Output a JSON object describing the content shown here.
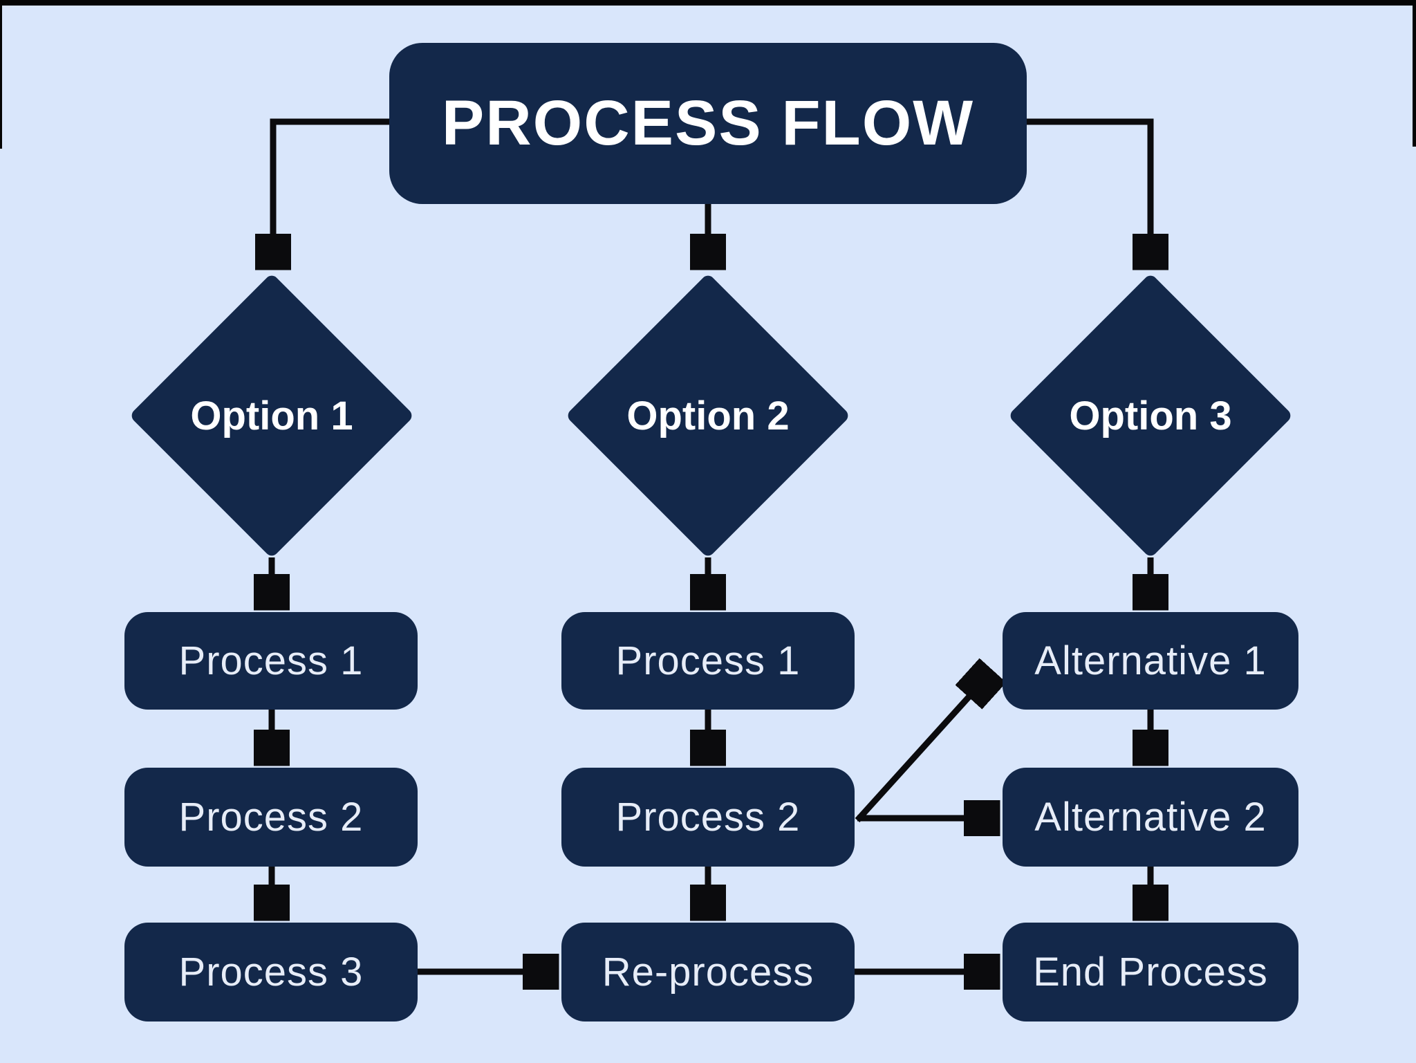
{
  "diagram": {
    "title": "PROCESS FLOW",
    "branches": [
      {
        "decision": "Option 1",
        "steps": [
          "Process 1",
          "Process 2",
          "Process 3"
        ]
      },
      {
        "decision": "Option 2",
        "steps": [
          "Process 1",
          "Process 2",
          "Re-process"
        ]
      },
      {
        "decision": "Option 3",
        "steps": [
          "Alternative 1",
          "Alternative 2",
          "End Process"
        ]
      }
    ],
    "cross_links": [
      {
        "from": "Process 3",
        "to": "Re-process"
      },
      {
        "from": "Re-process",
        "to": "End Process"
      },
      {
        "from": "Process 2 (Option 2)",
        "to": "Alternative 1"
      },
      {
        "from": "Process 2 (Option 2)",
        "to": "Alternative 2"
      }
    ],
    "colors": {
      "background": "#d9e6fb",
      "node_fill": "#13284a",
      "arrow": "#0b0b0d",
      "node_text": "#e7edf8",
      "heading_text": "#ffffff"
    }
  }
}
